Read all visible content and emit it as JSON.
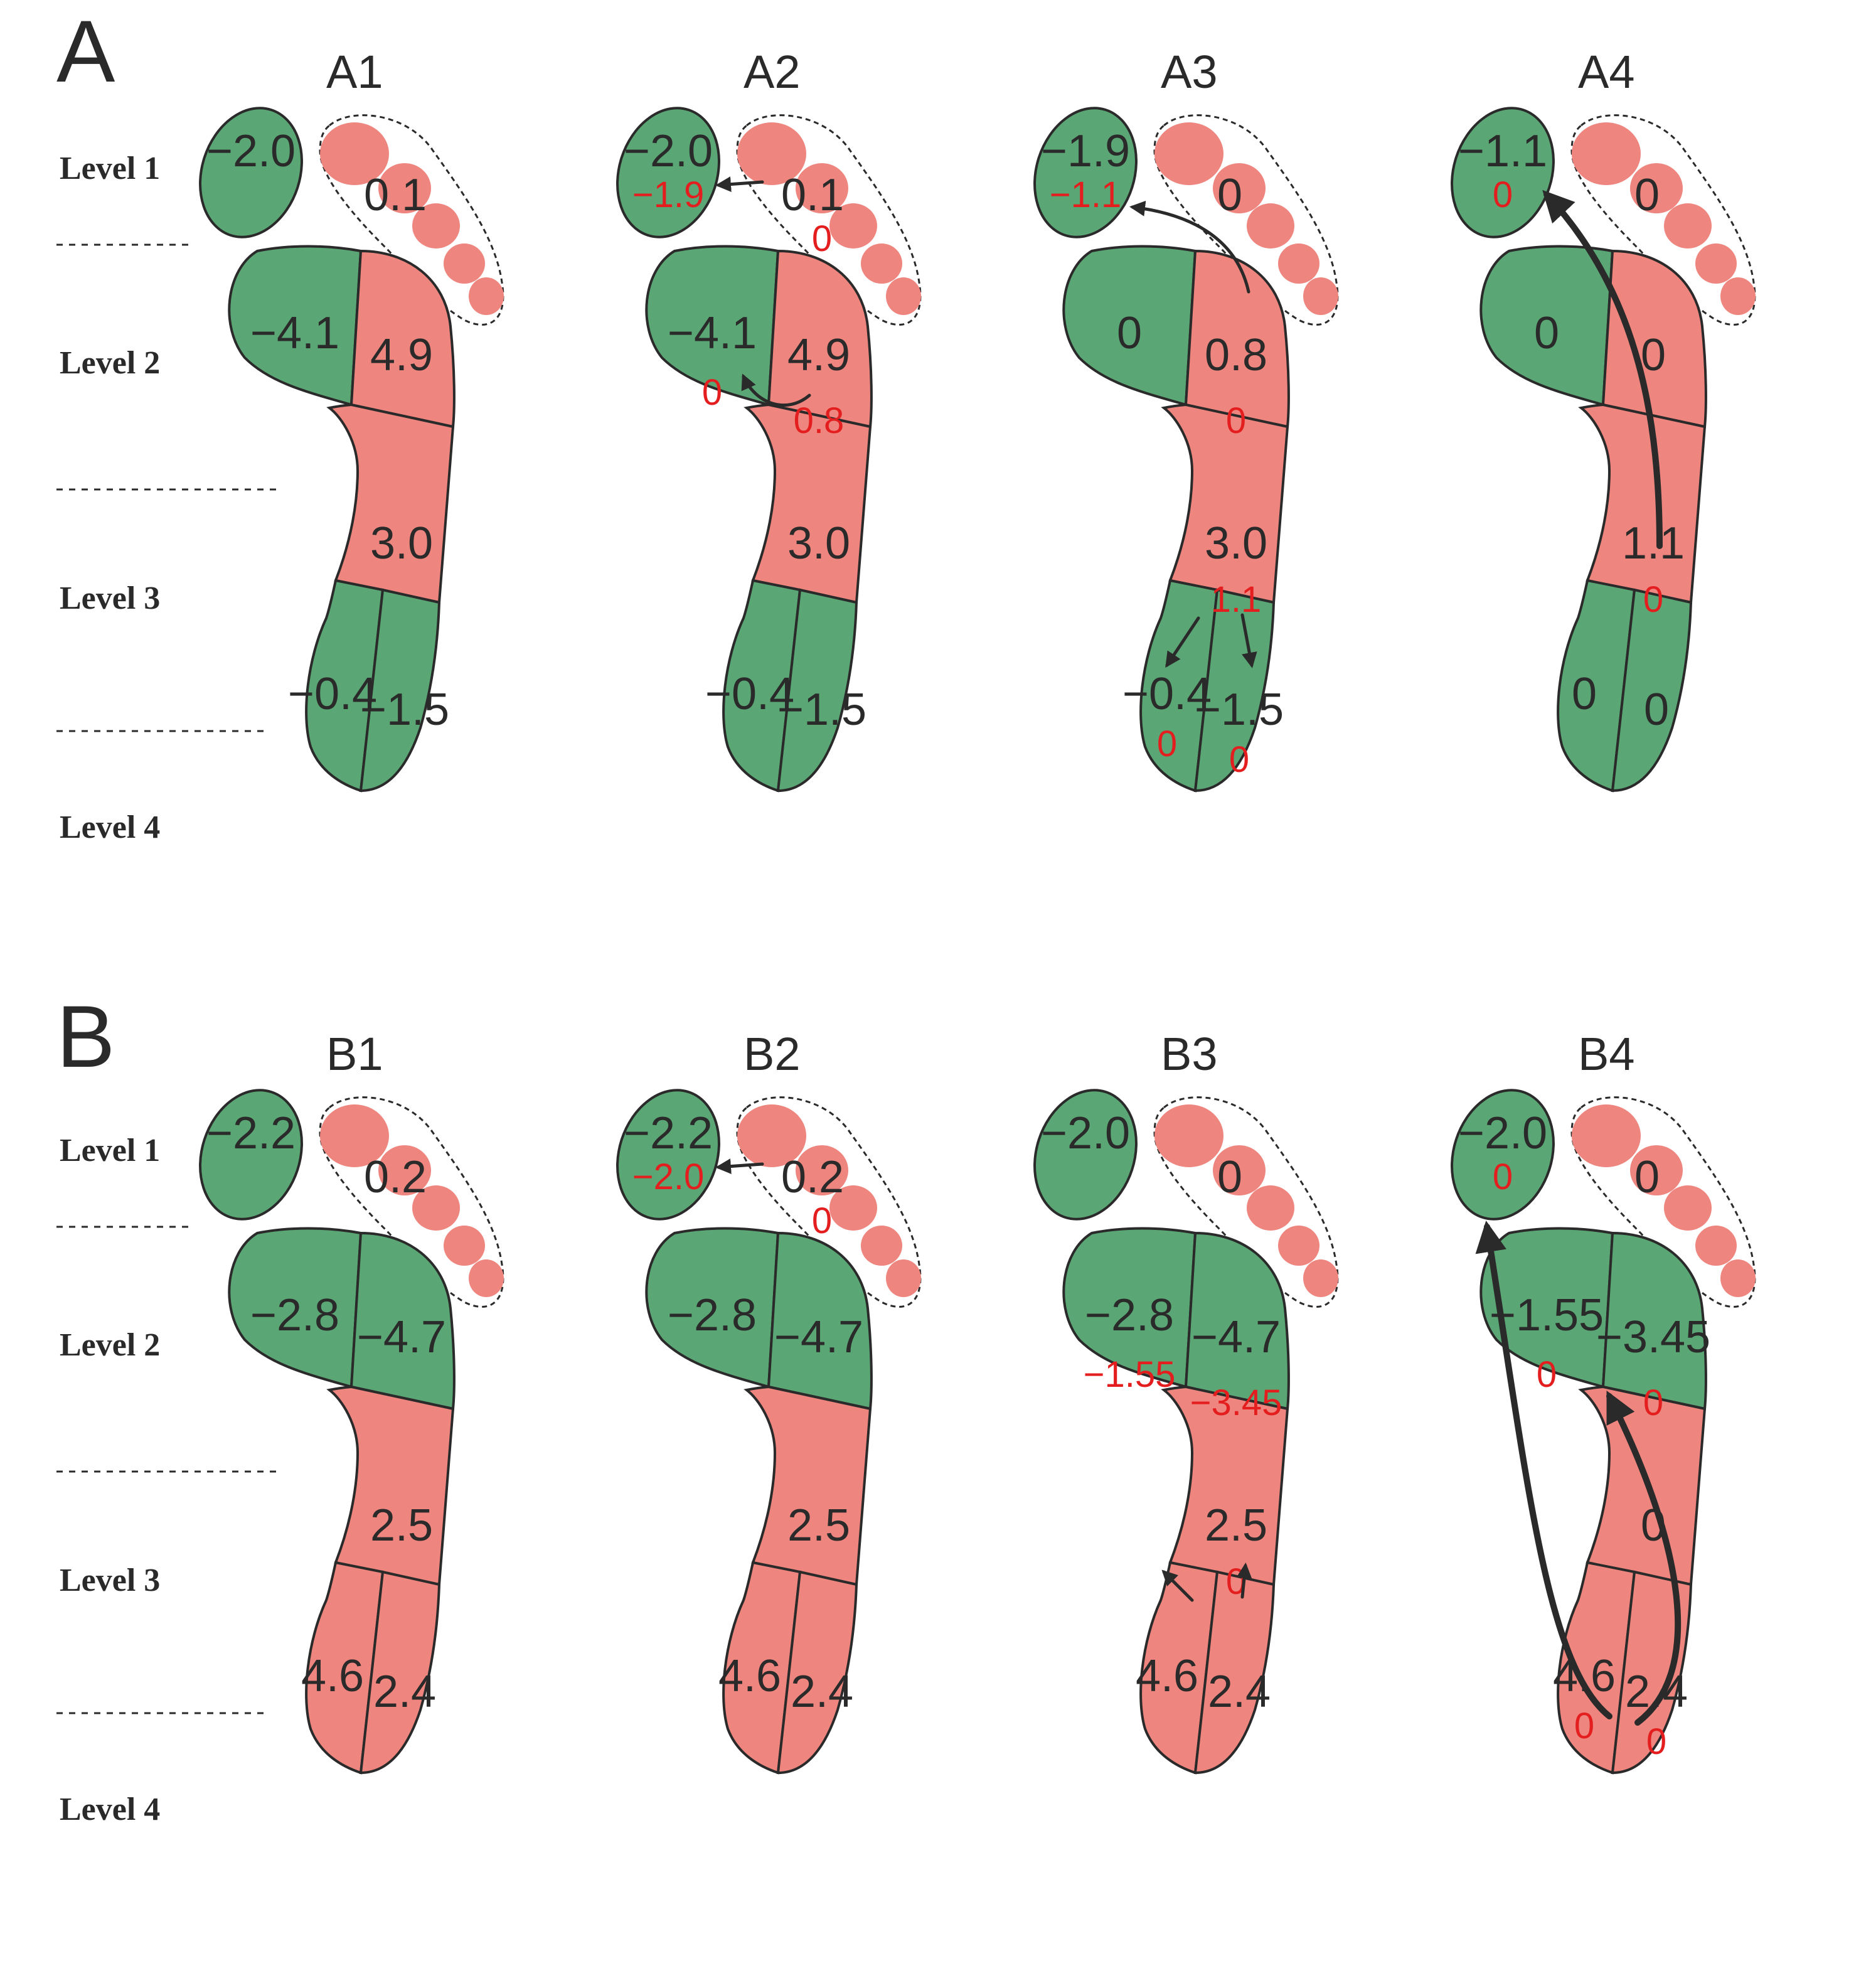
{
  "colors": {
    "green": "#5aa675",
    "pink": "#ee857e",
    "red_text": "#e41e1e",
    "outline": "#2a2a2a"
  },
  "levels": [
    "Level 1",
    "Level 2",
    "Level 3",
    "Level 4"
  ],
  "section_labels": {
    "A": "A",
    "B": "B"
  },
  "rows": [
    {
      "id": "A",
      "panels": [
        {
          "title": "A1",
          "c": {
            "hallux": "green",
            "l2a": "green",
            "l2b": "pink",
            "l3": "pink",
            "l4a": "green",
            "l4b": "green"
          },
          "v": {
            "hallux": "−2.0",
            "toes": "0.1",
            "l2a": "−4.1",
            "l2b": "4.9",
            "l3": "3.0",
            "l4a": "−0.4",
            "l4b": "−1.5"
          },
          "r": {},
          "arrows": []
        },
        {
          "title": "A2",
          "c": {
            "hallux": "green",
            "l2a": "green",
            "l2b": "pink",
            "l3": "pink",
            "l4a": "green",
            "l4b": "green"
          },
          "v": {
            "hallux": "−2.0",
            "toes": "0.1",
            "l2a": "−4.1",
            "l2b": "4.9",
            "l3": "3.0",
            "l4a": "−0.4",
            "l4b": "−1.5"
          },
          "r": {
            "hallux": "−1.9",
            "toes": "0",
            "l2a": "0",
            "l2b": "0.8"
          },
          "arrows": [
            "toes_hallux_short",
            "l2b_l2a"
          ]
        },
        {
          "title": "A3",
          "c": {
            "hallux": "green",
            "l2a": "green",
            "l2b": "pink",
            "l3": "pink",
            "l4a": "green",
            "l4b": "green"
          },
          "v": {
            "hallux": "−1.9",
            "toes": "0",
            "l2a": "0",
            "l2b": "0.8",
            "l3": "3.0",
            "l4a": "−0.4",
            "l4b": "−1.5"
          },
          "r": {
            "hallux": "−1.1",
            "l2b": "0",
            "l3": "1.1",
            "l4a": "0",
            "l4b": "0"
          },
          "arrows": [
            "l2b_hallux",
            "l3_l4a",
            "l3_l4b"
          ]
        },
        {
          "title": "A4",
          "c": {
            "hallux": "green",
            "l2a": "green",
            "l2b": "pink",
            "l3": "pink",
            "l4a": "green",
            "l4b": "green"
          },
          "v": {
            "hallux": "−1.1",
            "toes": "0",
            "l2a": "0",
            "l2b": "0",
            "l3": "1.1",
            "l4a": "0",
            "l4b": "0"
          },
          "r": {
            "hallux": "0",
            "l3": "0"
          },
          "arrows": [
            "l3_hallux_big"
          ]
        }
      ]
    },
    {
      "id": "B",
      "panels": [
        {
          "title": "B1",
          "c": {
            "hallux": "green",
            "l2a": "green",
            "l2b": "green",
            "l3": "pink",
            "l4a": "pink",
            "l4b": "pink"
          },
          "v": {
            "hallux": "−2.2",
            "toes": "0.2",
            "l2a": "−2.8",
            "l2b": "−4.7",
            "l3": "2.5",
            "l4a": "4.6",
            "l4b": "2.4"
          },
          "r": {},
          "arrows": []
        },
        {
          "title": "B2",
          "c": {
            "hallux": "green",
            "l2a": "green",
            "l2b": "green",
            "l3": "pink",
            "l4a": "pink",
            "l4b": "pink"
          },
          "v": {
            "hallux": "−2.2",
            "toes": "0.2",
            "l2a": "−2.8",
            "l2b": "−4.7",
            "l3": "2.5",
            "l4a": "4.6",
            "l4b": "2.4"
          },
          "r": {
            "hallux": "−2.0",
            "toes": "0"
          },
          "arrows": [
            "toes_hallux_short"
          ]
        },
        {
          "title": "B3",
          "c": {
            "hallux": "green",
            "l2a": "green",
            "l2b": "green",
            "l3": "pink",
            "l4a": "pink",
            "l4b": "pink"
          },
          "v": {
            "hallux": "−2.0",
            "toes": "0",
            "l2a": "−2.8",
            "l2b": "−4.7",
            "l3": "2.5",
            "l4a": "4.6",
            "l4b": "2.4"
          },
          "r": {
            "l2a": "−1.55",
            "l2b": "−3.45",
            "l3": "0"
          },
          "arrows": [
            "l3_l2a",
            "l3_l2b"
          ]
        },
        {
          "title": "B4",
          "c": {
            "hallux": "green",
            "l2a": "green",
            "l2b": "green",
            "l3": "pink",
            "l4a": "pink",
            "l4b": "pink"
          },
          "v": {
            "hallux": "−2.0",
            "toes": "0",
            "l2a": "−1.55",
            "l2b": "−3.45",
            "l3": "0",
            "l4a": "4.6",
            "l4b": "2.4"
          },
          "r": {
            "hallux": "0",
            "l2a": "0",
            "l2b": "0",
            "l4a": "0",
            "l4b": "0"
          },
          "arrows": [
            "l4a_hallux_big",
            "l4b_l2b_big"
          ]
        }
      ]
    }
  ]
}
